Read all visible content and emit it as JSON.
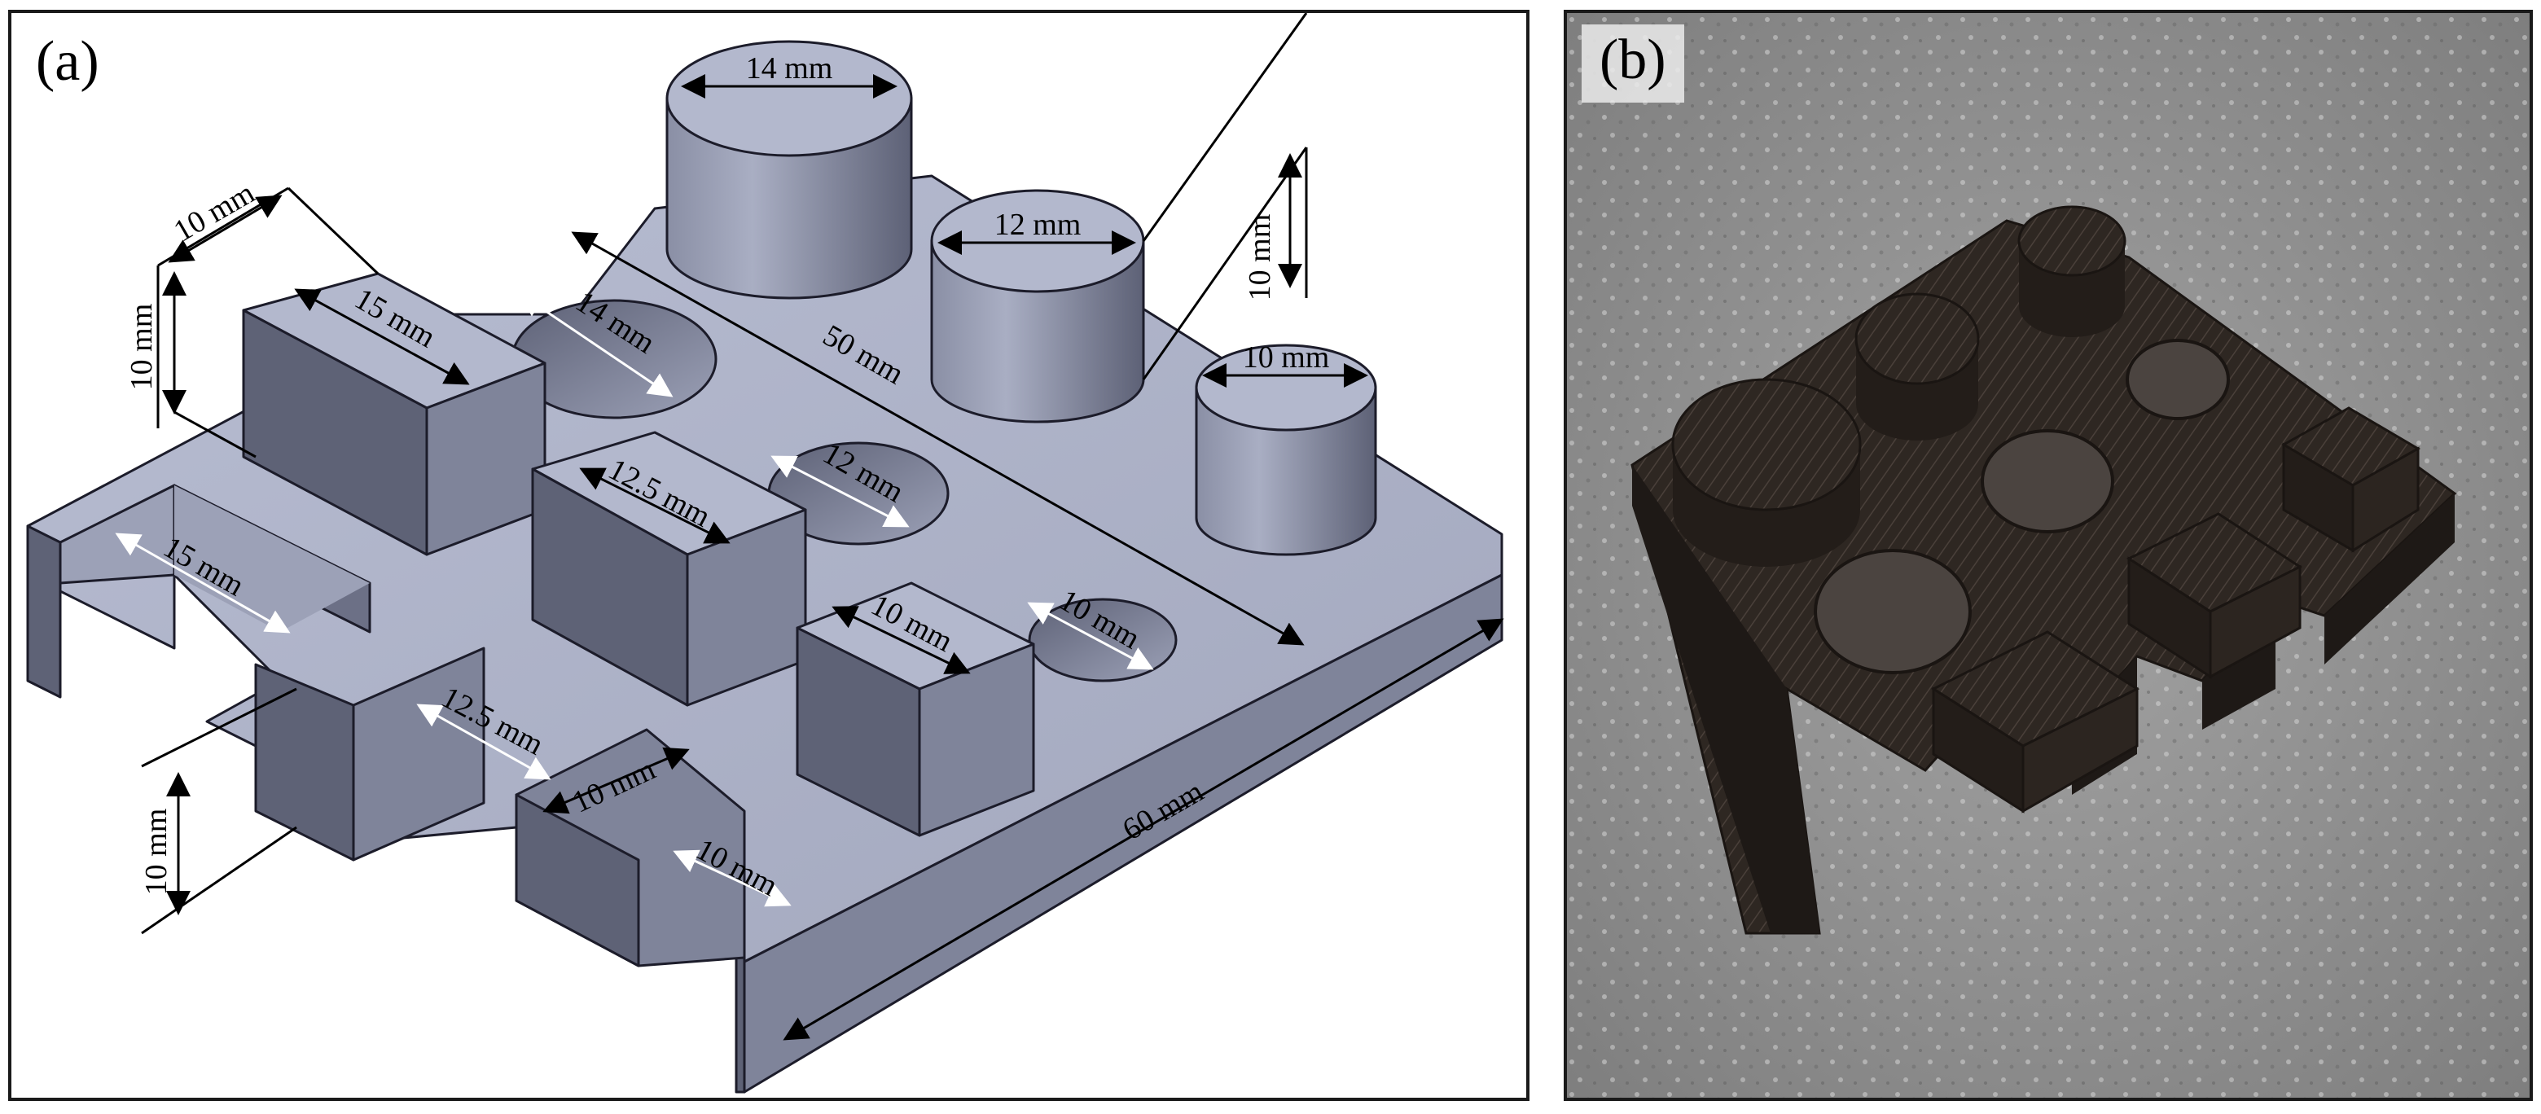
{
  "panels": {
    "a": {
      "label": "(a)",
      "dimensions": {
        "cyl14": "14 mm",
        "cyl12": "12 mm",
        "cyl10": "10 mm",
        "height_right": "10 mm",
        "plate_width": "50 mm",
        "plate_length": "60 mm",
        "hole14": "14 mm",
        "hole12": "12 mm",
        "hole10": "10 mm",
        "block15_width": "10 mm",
        "block15_height": "10 mm",
        "block15_length": "15 mm",
        "block125": "12.5 mm",
        "block10": "10 mm",
        "slot15": "15 mm",
        "slot125": "12.5 mm",
        "tab10": "10 mm",
        "slot10": "10 mm",
        "height_left": "10 mm"
      }
    },
    "b": {
      "label": "(b)"
    }
  },
  "colors": {
    "part_top": "#aeb3c9",
    "part_side_dark": "#5e6276",
    "part_side_mid": "#7f849a",
    "photo_bg": "#8f8f8f",
    "printed_part": "#2a2420"
  }
}
